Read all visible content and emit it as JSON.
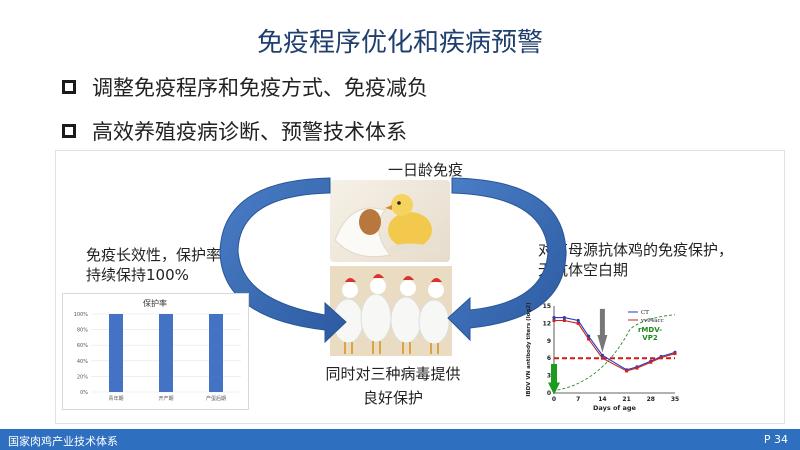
{
  "slide": {
    "title": "免疫程序优化和疾病预警",
    "bullets": [
      "调整免疫程序和免疫方式、免疫减负",
      "高效养殖疫病诊断、预警技术体系"
    ],
    "caption_top": "一日龄免疫",
    "caption_left": [
      "免疫长效性，保护率",
      "持续保持100%"
    ],
    "caption_right": [
      "对高母源抗体鸡的免疫保护，",
      "无抗体空白期"
    ],
    "caption_bottom": [
      "同时对三种病毒提供",
      "良好保护"
    ],
    "footer": {
      "org": "国家肉鸡产业技术体系",
      "page": "P 34"
    }
  },
  "chart_data": [
    {
      "type": "bar",
      "title": "保护率",
      "categories": [
        "青年期",
        "开产期",
        "产蛋后期"
      ],
      "values": [
        100,
        100,
        100
      ],
      "ylim": [
        0,
        100
      ],
      "yticks": [
        "0%",
        "20%",
        "40%",
        "60%",
        "80%",
        "100%"
      ],
      "color": "#4472c4",
      "grid": true
    },
    {
      "type": "line",
      "xlabel": "Days of age",
      "ylabel": "IBDV VN antibody titers (log2)",
      "x": [
        0,
        3,
        7,
        10,
        14,
        21,
        24,
        28,
        31,
        35
      ],
      "xticks": [
        0,
        7,
        14,
        21,
        28,
        35
      ],
      "yticks": [
        0,
        3,
        6,
        9,
        12,
        15
      ],
      "xlim": [
        0,
        35
      ],
      "ylim": [
        0,
        15
      ],
      "series": [
        {
          "name": "CT",
          "color": "#1f3fbf",
          "values": [
            13,
            13,
            12.5,
            9.8,
            6.5,
            4,
            4.5,
            5.5,
            6.3,
            7
          ]
        },
        {
          "name": "vv94acc",
          "color": "#cc2222",
          "values": [
            12.5,
            12.5,
            12,
            9.3,
            6,
            3.8,
            4.3,
            5.3,
            6.1,
            6.8
          ]
        }
      ],
      "annotation": [
        "rMDV-",
        "VP2"
      ],
      "threshold": 6
    }
  ]
}
